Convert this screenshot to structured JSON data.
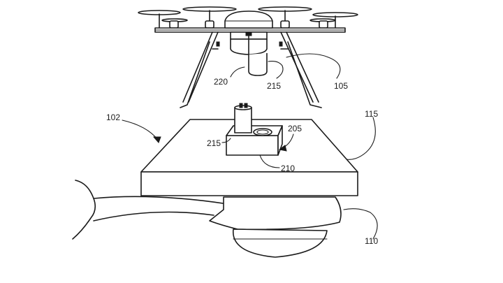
{
  "labels": {
    "ref_220": "220",
    "ref_215_top": "215",
    "ref_105": "105",
    "ref_102": "102",
    "ref_205": "205",
    "ref_115": "115",
    "ref_215_low": "215",
    "ref_210": "210",
    "ref_110": "110"
  }
}
